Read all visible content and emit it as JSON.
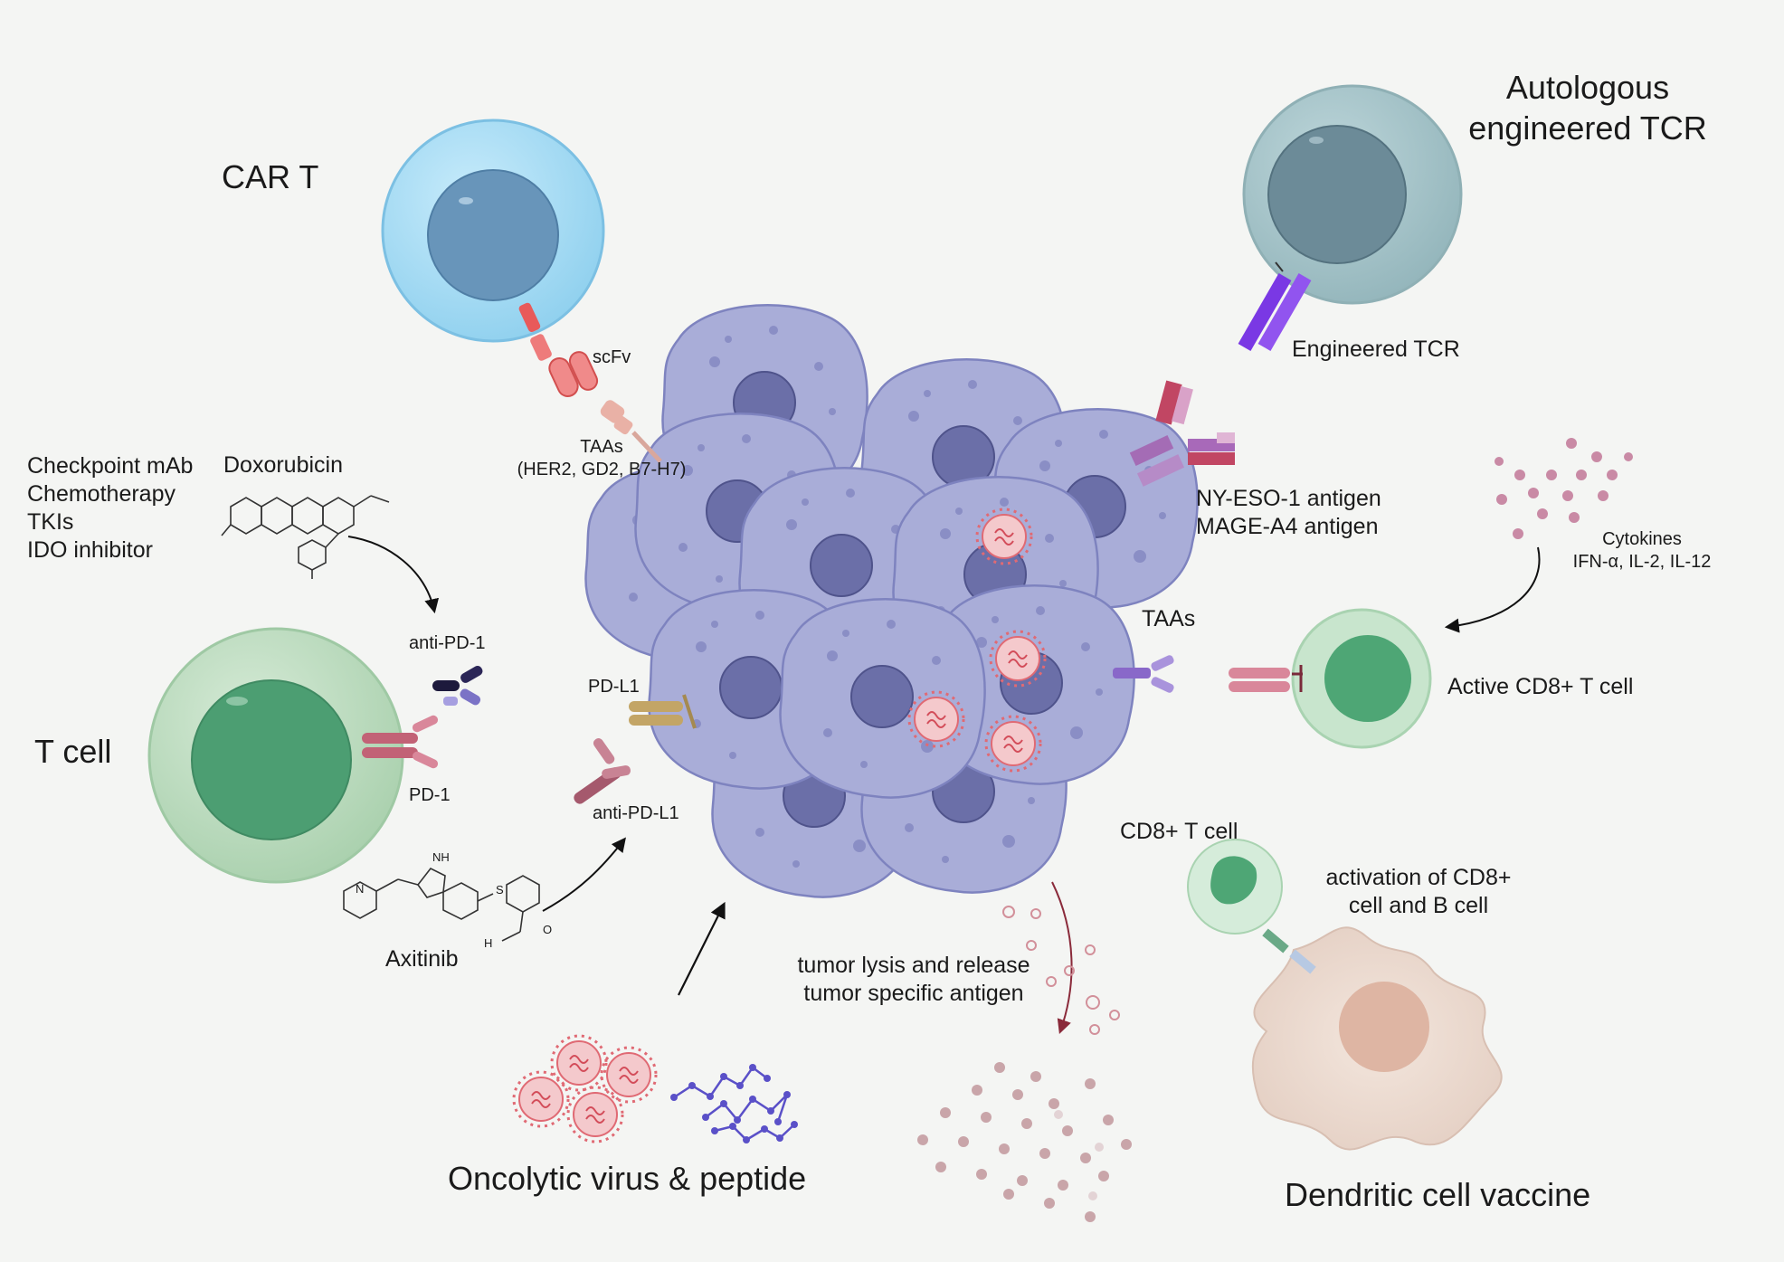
{
  "titles": {
    "car_t": "CAR T",
    "t_cell": "T cell",
    "autologous_tcr_line1": "Autologous",
    "autologous_tcr_line2": "engineered TCR",
    "oncolytic": "Oncolytic virus & peptide",
    "dendritic": "Dendritic cell vaccine"
  },
  "labels": {
    "scfv": "scFv",
    "taas_top_line1": "TAAs",
    "taas_top_line2": "(HER2, GD2, B7-H7)",
    "engineered_tcr": "Engineered TCR",
    "ny_eso": "NY-ESO-1 antigen",
    "mage": "MAGE-A4 antigen",
    "cytokines_line1": "Cytokines",
    "cytokines_line2": "IFN-α, IL-2, IL-12",
    "taas_right": "TAAs",
    "active_cd8": "Active CD8+ T cell",
    "cd8_t_cell": "CD8+ T cell",
    "activation_line1": "activation of CD8+",
    "activation_line2": "cell and B cell",
    "lysis_line1": "tumor lysis and release",
    "lysis_line2": "tumor specific antigen",
    "checkpoint_list": [
      "Checkpoint mAb",
      "Chemotherapy",
      "TKIs",
      "IDO inhibitor"
    ],
    "doxorubicin": "Doxorubicin",
    "anti_pd1": "anti-PD-1",
    "pd1": "PD-1",
    "pdl1": "PD-L1",
    "anti_pdl1": "anti-PD-L1",
    "axitinib": "Axitinib",
    "chem_nh": "NH",
    "chem_n": "N",
    "chem_s": "S",
    "chem_o": "O",
    "chem_h": "H"
  },
  "colors": {
    "background": "#f4f5f3",
    "tumor": "#a9add8",
    "tumor_nucleus": "#6b6fa8",
    "car_t_cell": "#a9d9f2",
    "t_cell": "#bcdcbf",
    "tcr_cell": "#a8c6cb",
    "cd8_active": "#c8e5cd",
    "virus": "#e8838a",
    "peptide": "#5a50c8",
    "dendritic": "#ecdcd2"
  }
}
